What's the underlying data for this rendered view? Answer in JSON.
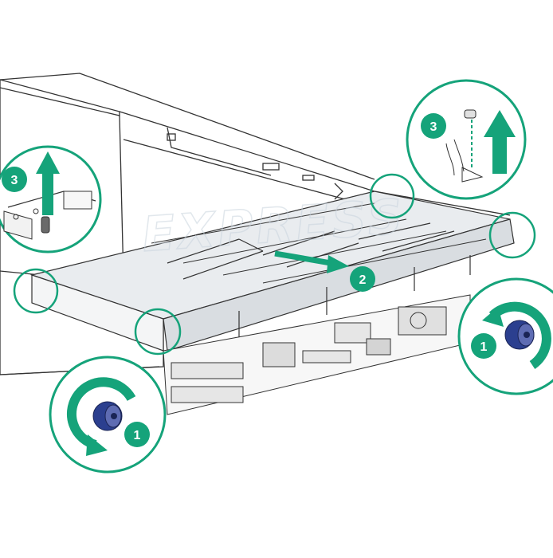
{
  "watermark": "EXPRESS",
  "colors": {
    "callout": "#15a37a",
    "outline": "#333333",
    "screw": "#2b3f8f",
    "line": "#555555"
  },
  "steps": {
    "screw_left": "1",
    "screw_right": "1",
    "slide": "2",
    "lift_left": "3",
    "lift_right": "3"
  },
  "icons": [
    "rotate-ccw-arrow-icon",
    "slide-arrow-icon",
    "lift-up-arrow-icon",
    "thumbscrew-icon"
  ]
}
